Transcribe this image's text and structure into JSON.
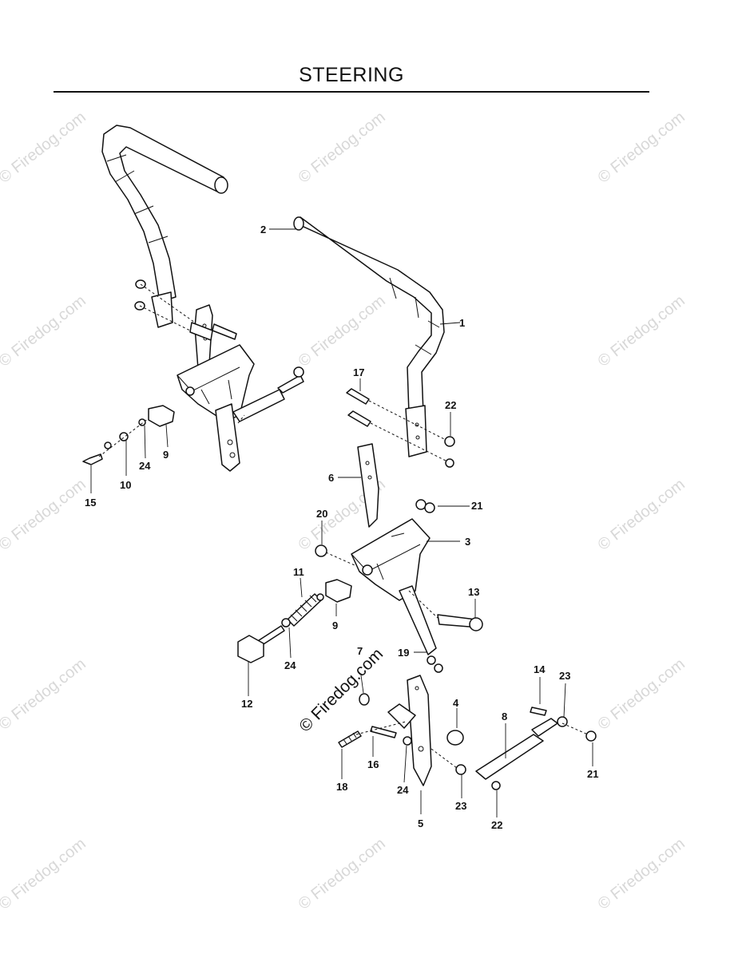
{
  "title": "STEERING",
  "watermark": "© Firedog.com",
  "callouts": [
    "1",
    "2",
    "3",
    "4",
    "5",
    "6",
    "7",
    "8",
    "9",
    "9",
    "10",
    "11",
    "12",
    "13",
    "14",
    "15",
    "16",
    "17",
    "18",
    "19",
    "20",
    "21",
    "21",
    "22",
    "22",
    "23",
    "23",
    "24",
    "24",
    "24"
  ]
}
